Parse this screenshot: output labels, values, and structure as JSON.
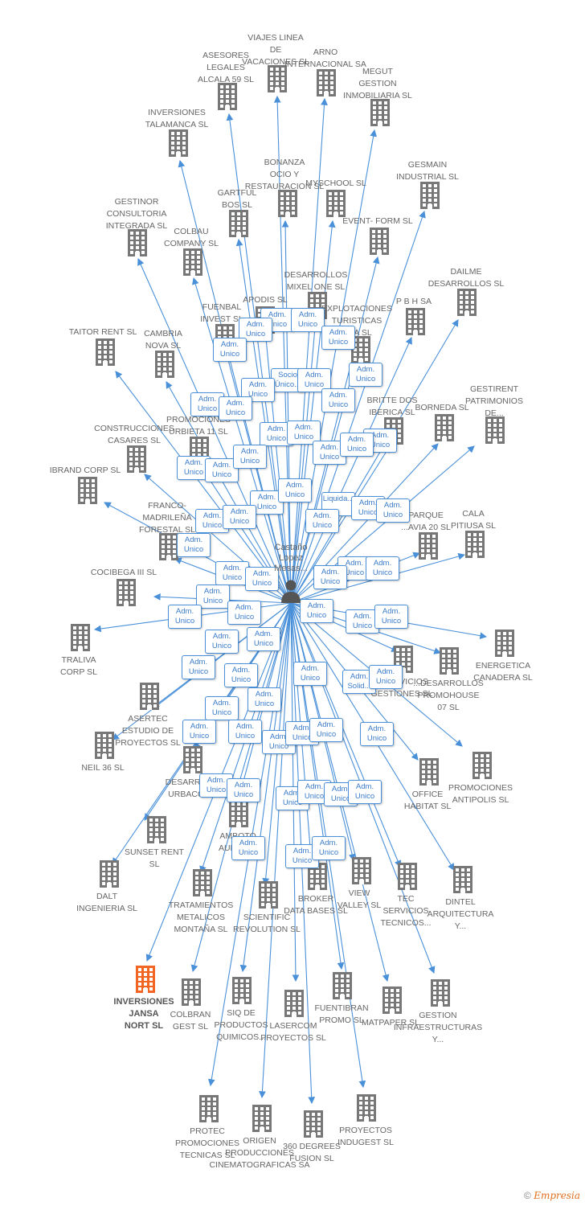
{
  "center": {
    "label_lines": [
      "Castaño",
      "Lopez",
      "Mesas..."
    ]
  },
  "companies": [
    {
      "label": "VIAJES LINEA DE VACACIONES SL",
      "lines": [
        "VIAJES LINEA",
        "DE",
        "VACACIONES SL"
      ]
    },
    {
      "label": "ASESORES LEGALES ALCALA 59 SL",
      "lines": [
        "ASESORES",
        "LEGALES",
        "ALCALA 59 SL"
      ]
    },
    {
      "label": "ARNO INTERNACIONAL SA",
      "lines": [
        "ARNO",
        "INTERNACIONAL SA"
      ]
    },
    {
      "label": "MEGUT GESTION INMOBILIARIA SL",
      "lines": [
        "MEGUT",
        "GESTION",
        "INMOBILIARIA SL"
      ]
    },
    {
      "label": "INVERSIONES TALAMANCA SL",
      "lines": [
        "INVERSIONES",
        "TALAMANCA SL"
      ]
    },
    {
      "label": "BONANZA OCIO Y RESTAURACION SL",
      "lines": [
        "BONANZA",
        "OCIO Y",
        "RESTAURACION SL"
      ]
    },
    {
      "label": "MYSCHOOL SL",
      "lines": [
        "MYSCHOOL SL"
      ]
    },
    {
      "label": "GESMAIN INDUSTRIAL SL",
      "lines": [
        "GESMAIN",
        "INDUSTRIAL  SL"
      ]
    },
    {
      "label": "GARTFUL BOS SL",
      "lines": [
        "GARTFUL",
        "BOS  SL"
      ]
    },
    {
      "label": "GESTINOR CONSULTORIA INTEGRADA SL",
      "lines": [
        "GESTINOR",
        "CONSULTORIA",
        "INTEGRADA SL"
      ]
    },
    {
      "label": "COLBAU COMPANY SL",
      "lines": [
        "COLBAU",
        "COMPANY SL"
      ]
    },
    {
      "label": "EVENT- FORM SL",
      "lines": [
        "EVENT- FORM SL"
      ]
    },
    {
      "label": "DAILME DESARROLLOS SL",
      "lines": [
        "DAILME",
        "DESARROLLOS SL"
      ]
    },
    {
      "label": "DESARROLLOS MIXEL ONE SL",
      "lines": [
        "DESARROLLOS",
        "MIXEL ONE SL"
      ]
    },
    {
      "label": "APODIS SL",
      "lines": [
        "APODIS SL"
      ]
    },
    {
      "label": "EXPLOTACIONES TURISTICAS ...ZA SL",
      "lines": [
        "EXPLOTACIONES",
        "TURISTICAS",
        "...ZA  SL"
      ]
    },
    {
      "label": "P B H SA",
      "lines": [
        "P B H SA"
      ]
    },
    {
      "label": "FUENBAL INVEST SL",
      "lines": [
        "FUENBAL",
        "INVEST SL"
      ]
    },
    {
      "label": "TAITOR RENT SL",
      "lines": [
        "TAITOR RENT SL"
      ]
    },
    {
      "label": "CAMBRIA NOVA SL",
      "lines": [
        "CAMBRIA",
        "NOVA SL"
      ]
    },
    {
      "label": "GESTIRENT PATRIMONIOS DE...",
      "lines": [
        "GESTIRENT",
        "PATRIMONIOS",
        "DE..."
      ]
    },
    {
      "label": "BRITTE DOS IBERICA SL",
      "lines": [
        "BRITTE DOS",
        "IBERICA SL"
      ]
    },
    {
      "label": "BORNEDA SL",
      "lines": [
        "BORNEDA SL"
      ]
    },
    {
      "label": "CONSTRUCCIONES CASARES SL",
      "lines": [
        "CONSTRUCCIONES",
        "CASARES SL"
      ]
    },
    {
      "label": "PROMOCIONES URBIETA 11 SL",
      "lines": [
        "PROMOCIONES",
        "URBIETA 11 SL"
      ]
    },
    {
      "label": "IBRAND CORP SL",
      "lines": [
        "IBRAND CORP SL"
      ]
    },
    {
      "label": "FRANCO-MADRILEÑA FORESTAL SL",
      "lines": [
        "FRANCO-",
        "MADRILEÑA",
        "FORESTAL SL"
      ]
    },
    {
      "label": "PARQUE ...AVIA 20 SL",
      "lines": [
        "PARQUE",
        "...AVIA 20 SL"
      ]
    },
    {
      "label": "CALA PITIUSA SL",
      "lines": [
        "CALA",
        "PITIUSA SL"
      ]
    },
    {
      "label": "COCIBEGA III SL",
      "lines": [
        "COCIBEGA III SL"
      ]
    },
    {
      "label": "TRALIVA CORP SL",
      "lines": [
        "TRALIVA",
        "CORP SL"
      ]
    },
    {
      "label": "ENERGETICA CANADERA SL",
      "lines": [
        "ENERGETICA",
        "CANADERA SL"
      ]
    },
    {
      "label": "INVERSIONES Y ... SERVICIOS GESTIONES SL",
      "lines": [
        "...SERVICIOS",
        "GESTIONES SL"
      ]
    },
    {
      "label": "DESARROLLOS PROMOHOUSE 07 SL",
      "lines": [
        "...DESARROLLOS",
        "PROMOHOUSE",
        "07 SL"
      ]
    },
    {
      "label": "ASERTEC ESTUDIO DE PROYECTOS SL",
      "lines": [
        "ASERTEC",
        "ESTUDIO DE",
        "PROYECTOS SL"
      ]
    },
    {
      "label": "NEIL 36 SL",
      "lines": [
        "NEIL 36 SL"
      ]
    },
    {
      "label": "PROMOCIONES ANTIPOLIS SL",
      "lines": [
        "PROMOCIONES",
        "ANTIPOLIS SL"
      ]
    },
    {
      "label": "OFFICE HABITAT SL",
      "lines": [
        "OFFICE",
        "HABITAT SL"
      ]
    },
    {
      "label": "DESARROLLOS URBACO...",
      "lines": [
        "DESARRO...",
        "URBACO..."
      ]
    },
    {
      "label": "SUNSET RENT SL",
      "lines": [
        "SUNSET RENT",
        "SL"
      ]
    },
    {
      "label": "AMBOTO AUDIOV...",
      "lines": [
        "AMBOTO",
        "AUDIOV..."
      ]
    },
    {
      "label": "DALT INGENIERIA SL",
      "lines": [
        "DALT",
        "INGENIERIA SL"
      ]
    },
    {
      "label": "TRATAMIENTOS METALICOS MONTAÑA SL",
      "lines": [
        "TRATAMIENTOS",
        "METALICOS",
        "MONTAÑA SL"
      ]
    },
    {
      "label": "SCIENTIFIC REVOLUTION SL",
      "lines": [
        "SCIENTIFIC",
        "REVOLUTION SL"
      ]
    },
    {
      "label": "BROKER DATA BASES SL",
      "lines": [
        "BROKER",
        "DATA BASES SL"
      ]
    },
    {
      "label": "VIEW VALLEY SL",
      "lines": [
        "VIEW",
        "VALLEY SL"
      ]
    },
    {
      "label": "TEC SERVICIOS TECNICOS...",
      "lines": [
        "TEC",
        "SERVICIOS",
        "TECNICOS..."
      ]
    },
    {
      "label": "DINTEL ARQUITECTURA Y...",
      "lines": [
        "DINTEL",
        "ARQUITECTURA",
        "Y..."
      ]
    },
    {
      "label": "INVERSIONES JANSA NORT SL",
      "lines": [
        "INVERSIONES",
        "JANSA",
        "NORT SL"
      ],
      "focus": true
    },
    {
      "label": "COLBRAN GEST SL",
      "lines": [
        "COLBRAN",
        "GEST SL"
      ]
    },
    {
      "label": "SIQ DE PRODUCTOS QUIMICOS...",
      "lines": [
        "SIQ DE",
        "PRODUCTOS",
        "QUIMICOS..."
      ]
    },
    {
      "label": "LASERCOM PROYECTOS SL",
      "lines": [
        "LASERCOM",
        "PROYECTOS SL"
      ]
    },
    {
      "label": "FUENTIBRAN PROMO SL",
      "lines": [
        "FUENTIBRAN",
        "PROMO SL"
      ]
    },
    {
      "label": "MATPAPER SL",
      "lines": [
        "MATPAPER SL"
      ]
    },
    {
      "label": "GESTION INFRAESTRUCTURAS Y...",
      "lines": [
        "GESTION",
        "INFRAESTRUCTURAS",
        "Y..."
      ]
    },
    {
      "label": "PROTEC PROMOCIONES TECNICAS SL",
      "lines": [
        "PROTEC",
        "PROMOCIONES",
        "TECNICAS SL"
      ]
    },
    {
      "label": "ORIGEN PRODUCCIONES CINEMATOGRAFICAS SA",
      "lines": [
        "ORIGEN",
        "PRODUCCIONES",
        "CINEMATOGRAFICAS SA"
      ]
    },
    {
      "label": "360 DEGREES FUSION SL",
      "lines": [
        "360 DEGREES",
        "FUSION SL"
      ]
    },
    {
      "label": "PROYECTOS INDUGEST SL",
      "lines": [
        "PROYECTOS",
        "INDUGEST SL"
      ]
    }
  ],
  "relation_labels": {
    "adm_unico": [
      "Adm.",
      "Unico"
    ],
    "socio_unico": [
      "Socio",
      "Único..."
    ],
    "liquidador": [
      "Liquida..."
    ],
    "adm_solid": [
      "Adm.",
      "Solid..."
    ]
  },
  "footer": {
    "copyright": "©",
    "brand": "Empresia"
  },
  "colors": {
    "edge": "#4a90d9",
    "building": "#777777",
    "focus_building": "#f26522"
  }
}
